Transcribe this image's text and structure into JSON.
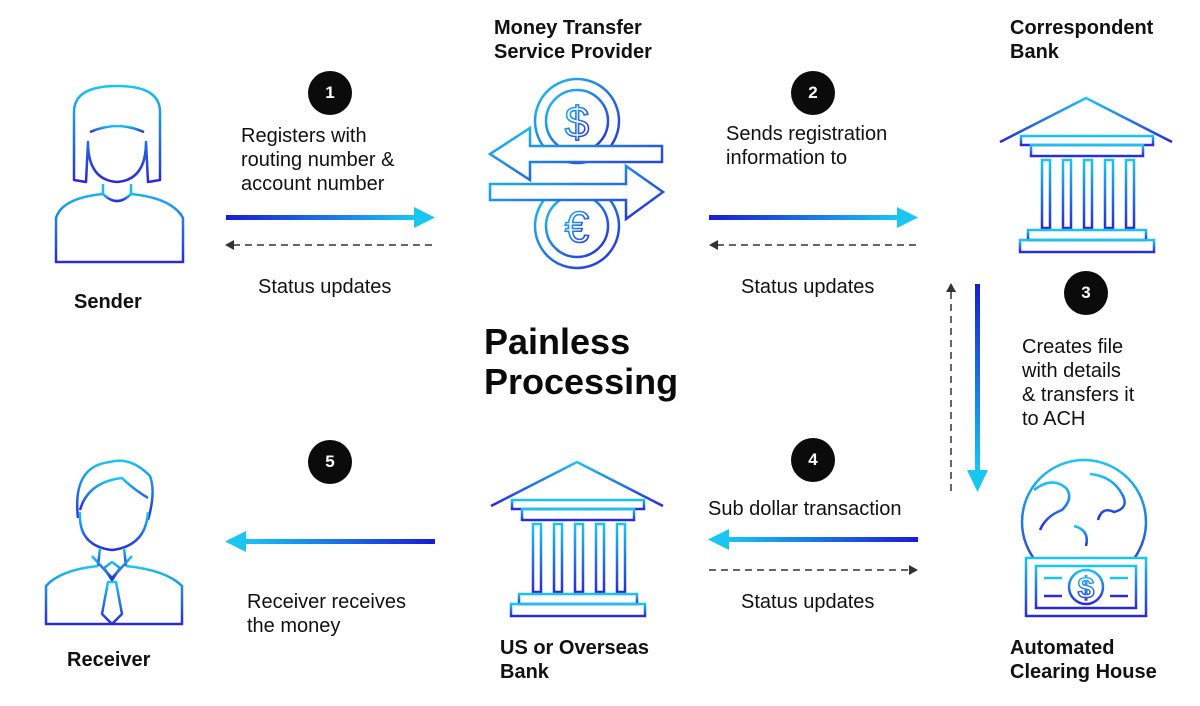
{
  "headline": "Painless\nProcessing",
  "nodes": {
    "sender": "Sender",
    "provider": "Money Transfer\nService Provider",
    "correspondent": "Correspondent\nBank",
    "ach": "Automated\nClearing House",
    "us_bank": "US or Overseas\nBank",
    "receiver": "Receiver"
  },
  "steps": [
    {
      "number": "1",
      "label": "Registers with\nrouting number &\naccount number"
    },
    {
      "number": "2",
      "label": "Sends registration\ninformation to"
    },
    {
      "number": "3",
      "label": "Creates file\nwith details\n& transfers it\nto ACH"
    },
    {
      "number": "4",
      "label": "Sub dollar transaction"
    },
    {
      "number": "5",
      "label": "Receiver receives\nthe money"
    }
  ],
  "status": {
    "s1": "Status updates",
    "s2": "Status updates",
    "s4": "Status updates"
  },
  "icons": {
    "sender": "person-icon",
    "provider": "currency-exchange-icon",
    "correspondent": "bank-icon",
    "ach": "globe-dollar-icon",
    "us_bank": "bank-icon",
    "receiver": "businessman-icon"
  },
  "colors": {
    "gradient_start": "#1a1ad6",
    "gradient_end": "#19c6f2",
    "badge": "#0b0b0b",
    "dashed": "#333333"
  }
}
